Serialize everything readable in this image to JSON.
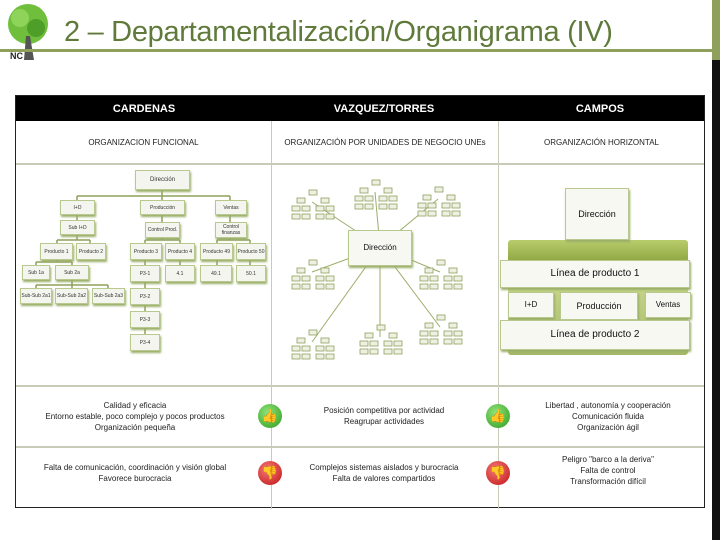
{
  "slide": {
    "title": "2 – Departamentalización/Organigrama (IV)",
    "logo_text": "NC"
  },
  "table": {
    "headers": [
      "CARDENAS",
      "VAZQUEZ/TORRES",
      "CAMPOS"
    ],
    "types": [
      "ORGANIZACION FUNCIONAL",
      "ORGANIZACIÓN POR UNIDADES DE NEGOCIO UNEs",
      "ORGANIZACIÓN HORIZONTAL"
    ],
    "pros": [
      [
        "Calidad y eficacia",
        "Entorno estable, poco complejo y pocos productos",
        "Organización pequeña"
      ],
      [
        "Posición competitiva por actividad",
        "Reagrupar actividades"
      ],
      [
        "Libertad , autonomía y cooperación",
        "Comunicación fluida",
        "Organización ágil"
      ]
    ],
    "cons": [
      [
        "Falta de comunicación, coordinación y visión global",
        "Favorece burocracia"
      ],
      [
        "Complejos sistemas aislados y burocracia",
        "Falta de valores compartidos"
      ],
      [
        "Peligro \"barco a la deriva\"",
        "Falta de control",
        "Transformación difícil"
      ]
    ]
  },
  "cardenas_chart": {
    "direccion": "Dirección",
    "id": "I+D",
    "produccion": "Producción",
    "ventas": "Ventas",
    "sub_id": "Sub I+D",
    "control_prod": "Control Prod.",
    "control_finanzas": "Control finanzas",
    "p1": "Producto 1",
    "p2": "Producto 2",
    "p3": "Producto 3",
    "p4": "Producto 4",
    "p49": "Producto 49",
    "p50": "Producto 50",
    "sub1a": "Sub 1a",
    "sub2a": "Sub 2a",
    "ss1": "Sub-Sub 2a1",
    "ss2": "Sub-Sub 2a2",
    "ss3": "Sub-Sub 2a3",
    "p31": "P3-1",
    "p32": "P3-2",
    "p33": "P3-3",
    "p34": "P3-4",
    "a41": "4.1",
    "a491": "49.1",
    "a501": "50.1"
  },
  "vazquez_chart": {
    "direccion": "Dirección"
  },
  "campos_chart": {
    "direccion": "Dirección",
    "linea1": "Línea de producto 1",
    "id": "I+D",
    "produccion": "Producción",
    "ventas": "Ventas",
    "linea2": "Línea de producto 2"
  },
  "icons": {
    "pro": "thumbs-up-icon",
    "con": "thumbs-down-icon"
  }
}
